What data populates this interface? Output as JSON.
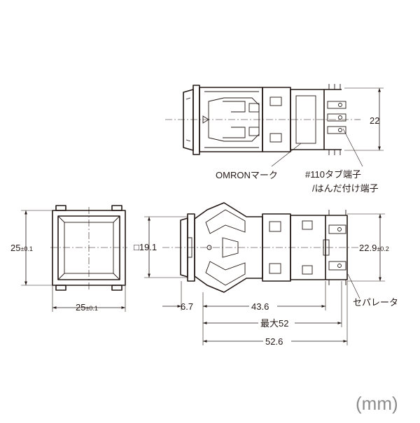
{
  "unit_label": "(mm)",
  "top_view": {
    "height_dim": "22",
    "omron_mark_label": "OMRONマーク",
    "terminal_label_line1": "#110タブ端子",
    "terminal_label_line2": "/はんだ付け端子"
  },
  "front_view": {
    "height_dim_value": "25",
    "height_dim_tol": "±0.1",
    "width_dim_value": "25",
    "width_dim_tol": "±0.1"
  },
  "side_view": {
    "square_dim": "□19.1",
    "height_dim_value": "22.9",
    "height_dim_tol": "±0.2",
    "separator_label": "セパレータ",
    "dim_front": "6.7",
    "dim_body": "43.6",
    "dim_max": "最大52",
    "dim_total": "52.6"
  }
}
